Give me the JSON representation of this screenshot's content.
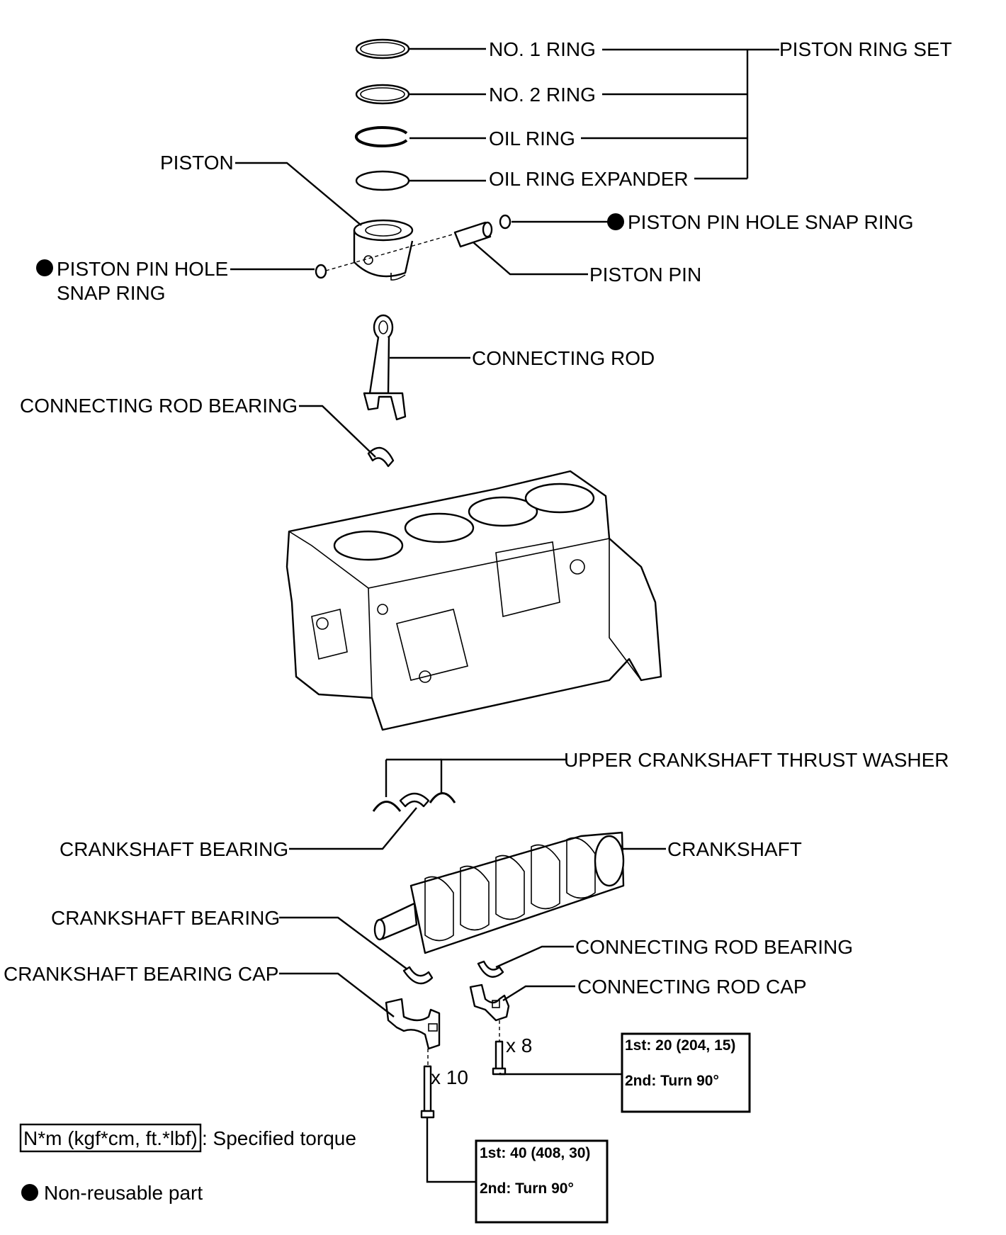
{
  "labels": {
    "no1_ring": "NO. 1 RING",
    "no2_ring": "NO. 2 RING",
    "oil_ring": "OIL RING",
    "oil_ring_expander": "OIL RING EXPANDER",
    "piston_ring_set": "PISTON RING SET",
    "piston": "PISTON",
    "snap_ring_right": "PISTON PIN HOLE SNAP RING",
    "snap_ring_left_line1": "PISTON PIN HOLE",
    "snap_ring_left_line2": "SNAP RING",
    "piston_pin": "PISTON PIN",
    "connecting_rod": "CONNECTING ROD",
    "connecting_rod_bearing_upper": "CONNECTING ROD BEARING",
    "upper_thrust_washer": "UPPER CRANKSHAFT THRUST WASHER",
    "crankshaft_bearing_upper": "CRANKSHAFT BEARING",
    "crankshaft": "CRANKSHAFT",
    "crankshaft_bearing_lower": "CRANKSHAFT BEARING",
    "connecting_rod_bearing_lower": "CONNECTING ROD BEARING",
    "crankshaft_bearing_cap": "CRANKSHAFT BEARING CAP",
    "connecting_rod_cap": "CONNECTING ROD CAP",
    "qty_rod_cap_bolts": "x 8",
    "qty_main_cap_bolts": "x 10"
  },
  "torque": {
    "rod_cap": {
      "first": "1st: 20 (204, 15)",
      "second": "2nd: Turn 90°"
    },
    "main_cap": {
      "first": "1st: 40 (408, 30)",
      "second": "2nd: Turn 90°"
    }
  },
  "legend": {
    "torque_unit_box": "N*m (kgf*cm, ft.*lbf)",
    "torque_desc": ": Specified torque",
    "non_reusable": "Non-reusable part"
  }
}
